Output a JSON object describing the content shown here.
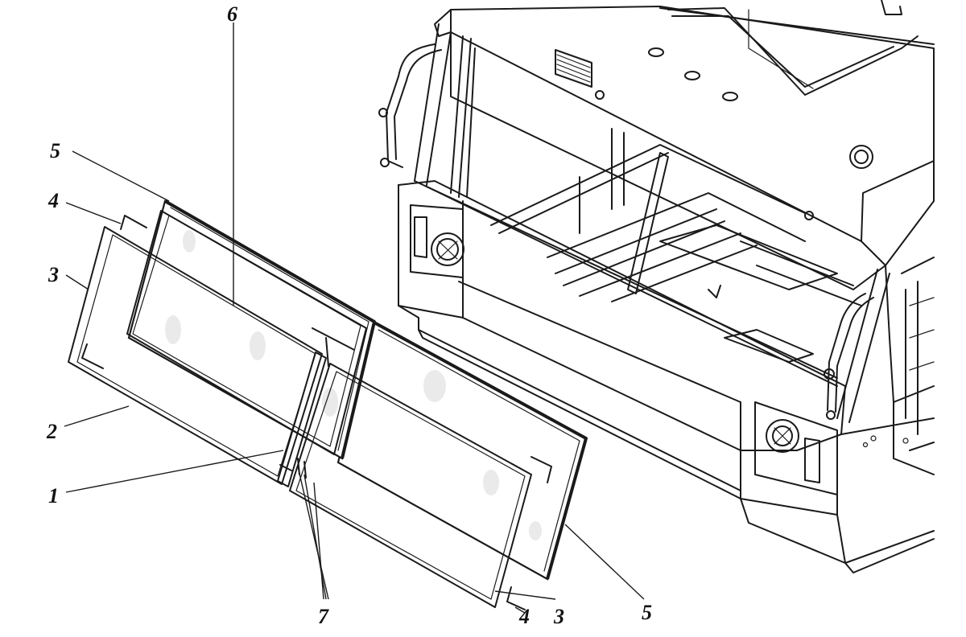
{
  "callouts": [
    {
      "id": "c1",
      "label": "1"
    },
    {
      "id": "c2",
      "label": "2"
    },
    {
      "id": "c3a",
      "label": "3"
    },
    {
      "id": "c3b",
      "label": "3"
    },
    {
      "id": "c4a",
      "label": "4"
    },
    {
      "id": "c4b",
      "label": "4"
    },
    {
      "id": "c5a",
      "label": "5"
    },
    {
      "id": "c5b",
      "label": "5"
    },
    {
      "id": "c6",
      "label": "6"
    },
    {
      "id": "c7",
      "label": "7"
    }
  ],
  "colors": {
    "ink": "#1a1a1a",
    "paper": "#ffffff"
  }
}
